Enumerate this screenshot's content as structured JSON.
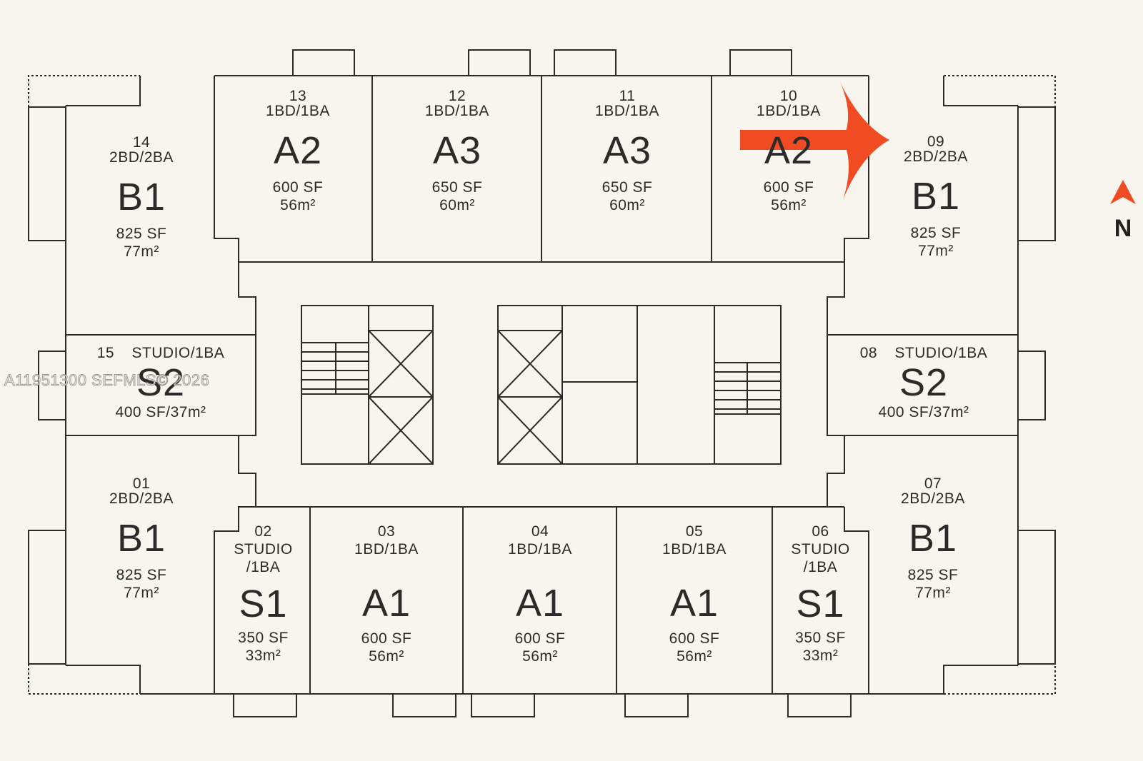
{
  "colors": {
    "background": "#f8f5ee",
    "line": "#2a2a2a",
    "arrow": "#f04b23"
  },
  "icons": {
    "pointer": "red-arrow-icon",
    "north": "north-arrow-icon"
  },
  "units": {
    "u13": {
      "number": "13",
      "type": "1BD/1BA",
      "plan": "A2",
      "sf": "600 SF",
      "m2": "56m²"
    },
    "u12": {
      "number": "12",
      "type": "1BD/1BA",
      "plan": "A3",
      "sf": "650 SF",
      "m2": "60m²"
    },
    "u11": {
      "number": "11",
      "type": "1BD/1BA",
      "plan": "A3",
      "sf": "650 SF",
      "m2": "60m²"
    },
    "u10": {
      "number": "10",
      "type": "1BD/1BA",
      "plan": "A2",
      "sf": "600 SF",
      "m2": "56m²"
    },
    "u14": {
      "number": "14",
      "type": "2BD/2BA",
      "plan": "B1",
      "sf": "825 SF",
      "m2": "77m²"
    },
    "u09": {
      "number": "09",
      "type": "2BD/2BA",
      "plan": "B1",
      "sf": "825 SF",
      "m2": "77m²"
    },
    "u15": {
      "header": "15 STUDIO/1BA",
      "plan": "S2",
      "size": "400 SF/37m²"
    },
    "u08": {
      "header": "08 STUDIO/1BA",
      "plan": "S2",
      "size": "400 SF/37m²"
    },
    "u01": {
      "number": "01",
      "type": "2BD/2BA",
      "plan": "B1",
      "sf": "825 SF",
      "m2": "77m²"
    },
    "u07": {
      "number": "07",
      "type": "2BD/2BA",
      "plan": "B1",
      "sf": "825 SF",
      "m2": "77m²"
    },
    "u02": {
      "number": "02",
      "type": "STUDIO",
      "type2": "/1BA",
      "plan": "S1",
      "sf": "350 SF",
      "m2": "33m²"
    },
    "u03": {
      "number": "03",
      "type": "1BD/1BA",
      "plan": "A1",
      "sf": "600 SF",
      "m2": "56m²"
    },
    "u04": {
      "number": "04",
      "type": "1BD/1BA",
      "plan": "A1",
      "sf": "600 SF",
      "m2": "56m²"
    },
    "u05": {
      "number": "05",
      "type": "1BD/1BA",
      "plan": "A1",
      "sf": "600 SF",
      "m2": "56m²"
    },
    "u06": {
      "number": "06",
      "type": "STUDIO",
      "type2": "/1BA",
      "plan": "S1",
      "sf": "350 SF",
      "m2": "33m²"
    }
  },
  "north_label": "N",
  "watermark": "A11951300 SEFMLS© 2026"
}
